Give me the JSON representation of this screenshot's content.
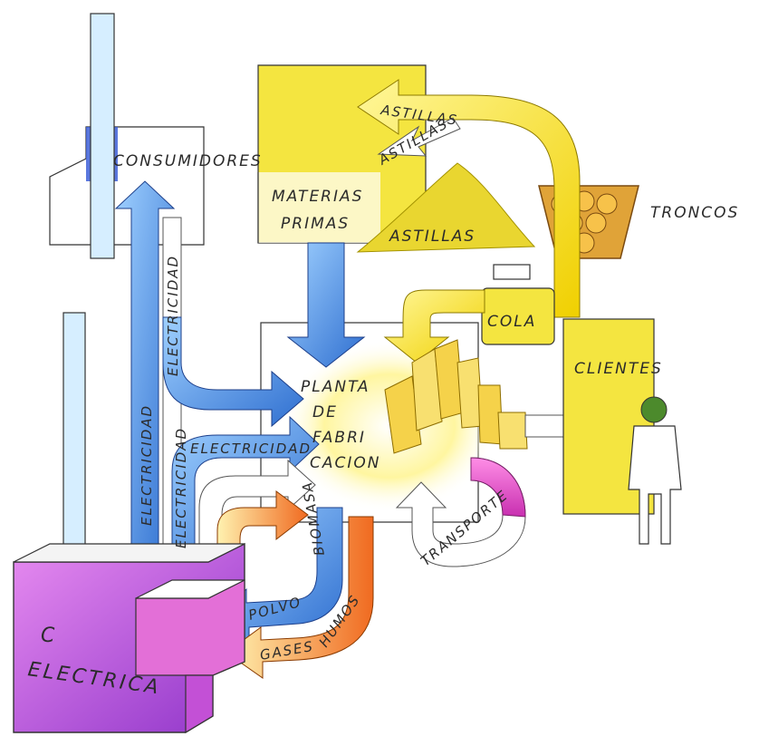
{
  "labels": {
    "consumidores": "CONSUMIDORES",
    "materias_line1": "MATERIAS",
    "materias_line2": "PRIMAS",
    "astillas_pile": "ASTILLAS",
    "astillas_arrow": "ASTILLAS",
    "astillas_small": "ASTILLAS",
    "troncos": "TRONCOS",
    "cola": "COLA",
    "clientes": "CLIENTES",
    "planta_line1": "PLANTA",
    "planta_line2": "DE",
    "planta_line3": "FABRI",
    "planta_line4": "CACION",
    "elec_1": "ELECTRICIDAD",
    "elec_2": "ELECTRICIDAD",
    "elec_3": "ELECTRICIDAD",
    "elec_4": "ELECTRICIDAD",
    "biomasa": "BIOMASA",
    "polvo": "POLVO",
    "humos": "HUMOS",
    "gases": "GASES",
    "transporte": "TRANSPORTE",
    "c_electrica_line1": "C",
    "c_electrica_line2": "ELECTRICA"
  },
  "colors": {
    "electricity_blue": "#3f7fd6",
    "raw_material_yellow": "#f2e14a",
    "biomass_orange": "#f08a2a",
    "transport_magenta": "#e04bc4",
    "power_plant_purple": "#b14fd3",
    "chimney_blue": "#bfe2ff"
  }
}
